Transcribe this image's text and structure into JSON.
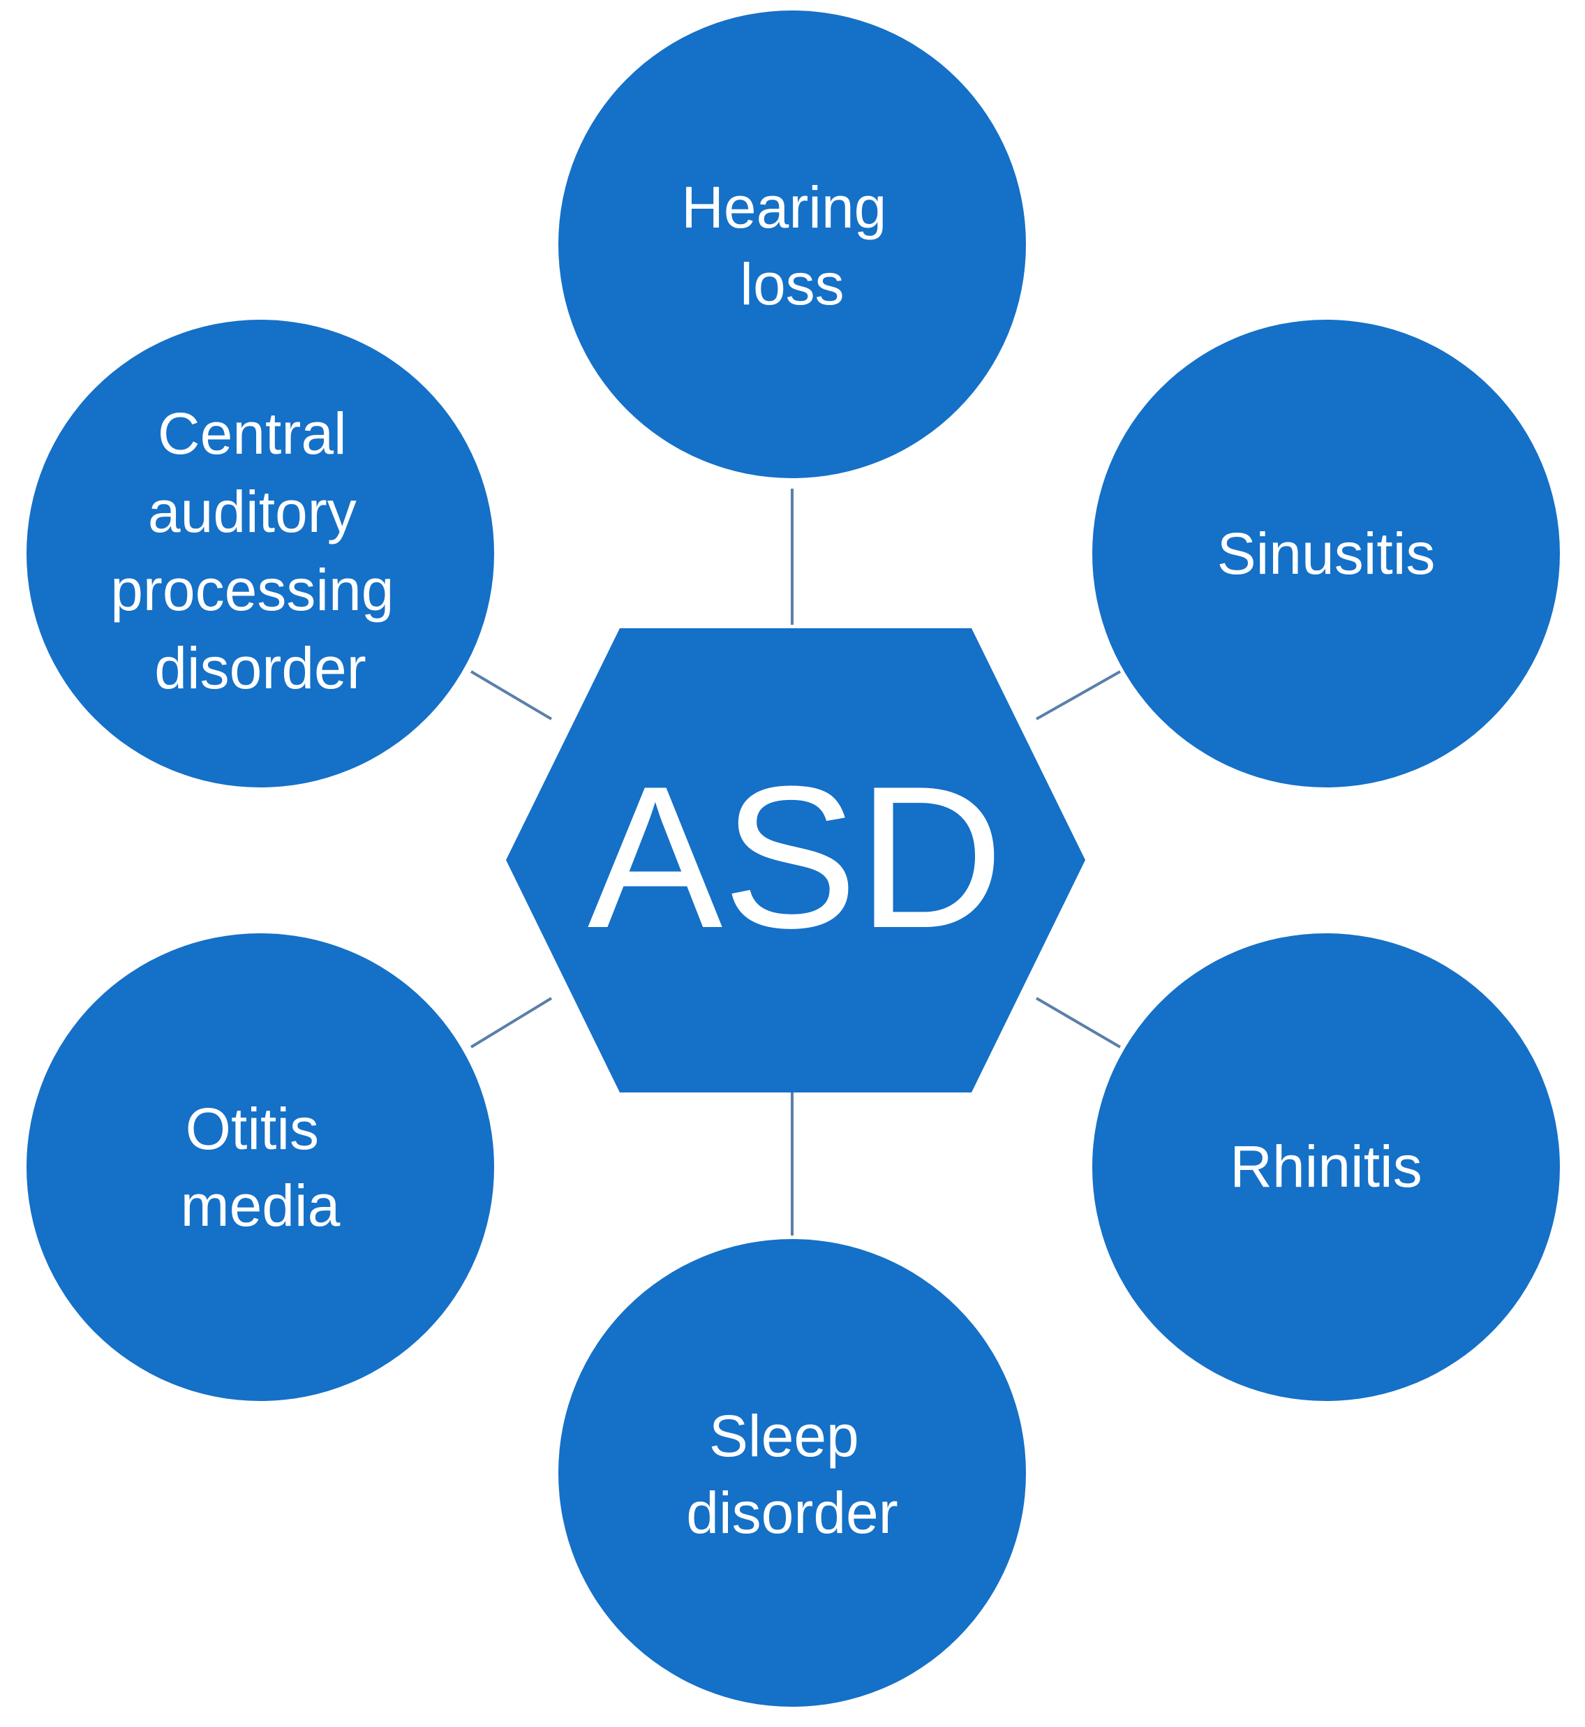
{
  "diagram": {
    "colors": {
      "node_fill": "#1570C7",
      "connector": "#5A7FA8",
      "text": "#FFFFFF"
    },
    "hub": {
      "label": "ASD"
    },
    "nodes": [
      {
        "id": "hearing-loss",
        "lines": [
          "Hearing",
          "loss"
        ]
      },
      {
        "id": "sinusitis",
        "lines": [
          "Sinusitis"
        ]
      },
      {
        "id": "rhinitis",
        "lines": [
          "Rhinitis"
        ]
      },
      {
        "id": "sleep-disorder",
        "lines": [
          "Sleep",
          "disorder"
        ]
      },
      {
        "id": "otitis-media",
        "lines": [
          "Otitis",
          "media"
        ]
      },
      {
        "id": "central-auditory-processing-disorder",
        "lines": [
          "Central",
          "auditory",
          "processing",
          "disorder"
        ]
      }
    ]
  }
}
